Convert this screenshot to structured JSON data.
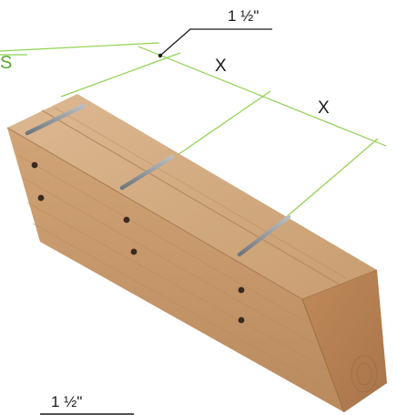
{
  "labels": {
    "top_dimension": "1 ½\"",
    "bottom_dimension": "1 ½\"",
    "spacing_1": "X",
    "spacing_2": "X",
    "cut_letter": "S"
  },
  "colors": {
    "dimension_line": "#8fd14f",
    "label_text": "#1a1a1a",
    "label_green": "#5aa832",
    "wood_top": "#d8b28a",
    "wood_front": "#c9996a",
    "wood_end": "#b57e4f",
    "rod": "#8e959a",
    "hole": "#3a2a20"
  },
  "icons": {
    "beam": "laminated-wood-beam-icon",
    "rod": "steel-rod-icon",
    "hole": "drill-hole-icon"
  }
}
